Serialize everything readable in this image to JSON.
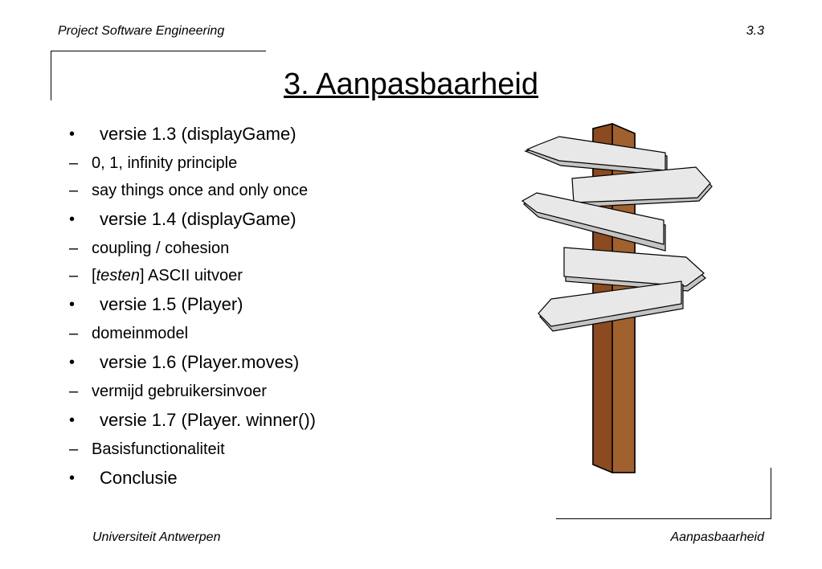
{
  "header": {
    "course": "Project Software Engineering",
    "slide_number": "3.3"
  },
  "title": "3. Aanpasbaarheid",
  "bullets": {
    "b1": "versie 1.3 (displayGame)",
    "b1_s1": "0, 1, infinity principle",
    "b1_s2": "say things once and only once",
    "b2": "versie 1.4 (displayGame)",
    "b2_s1": "coupling / cohesion",
    "b2_s2_open": "[",
    "b2_s2_italic": "testen",
    "b2_s2_rest": "] ASCII uitvoer",
    "b3": "versie 1.5 (Player)",
    "b3_s1": "domeinmodel",
    "b4": "versie 1.6 (Player.moves)",
    "b4_s1": "vermijd gebruikersinvoer",
    "b5": "versie 1.7 (Player. winner())",
    "b5_s1": "Basisfunctionaliteit",
    "b6": "Conclusie",
    "bullet_mark": "•",
    "dash_mark": "–"
  },
  "footer": {
    "university": "Universiteit Antwerpen",
    "topic": "Aanpasbaarheid"
  },
  "colors": {
    "post_front": "#8b4a1f",
    "post_side": "#a0612e",
    "sign_fill": "#e8e8e8",
    "sign_shadow": "#c4c4c4"
  },
  "illustration": "signpost-icon"
}
